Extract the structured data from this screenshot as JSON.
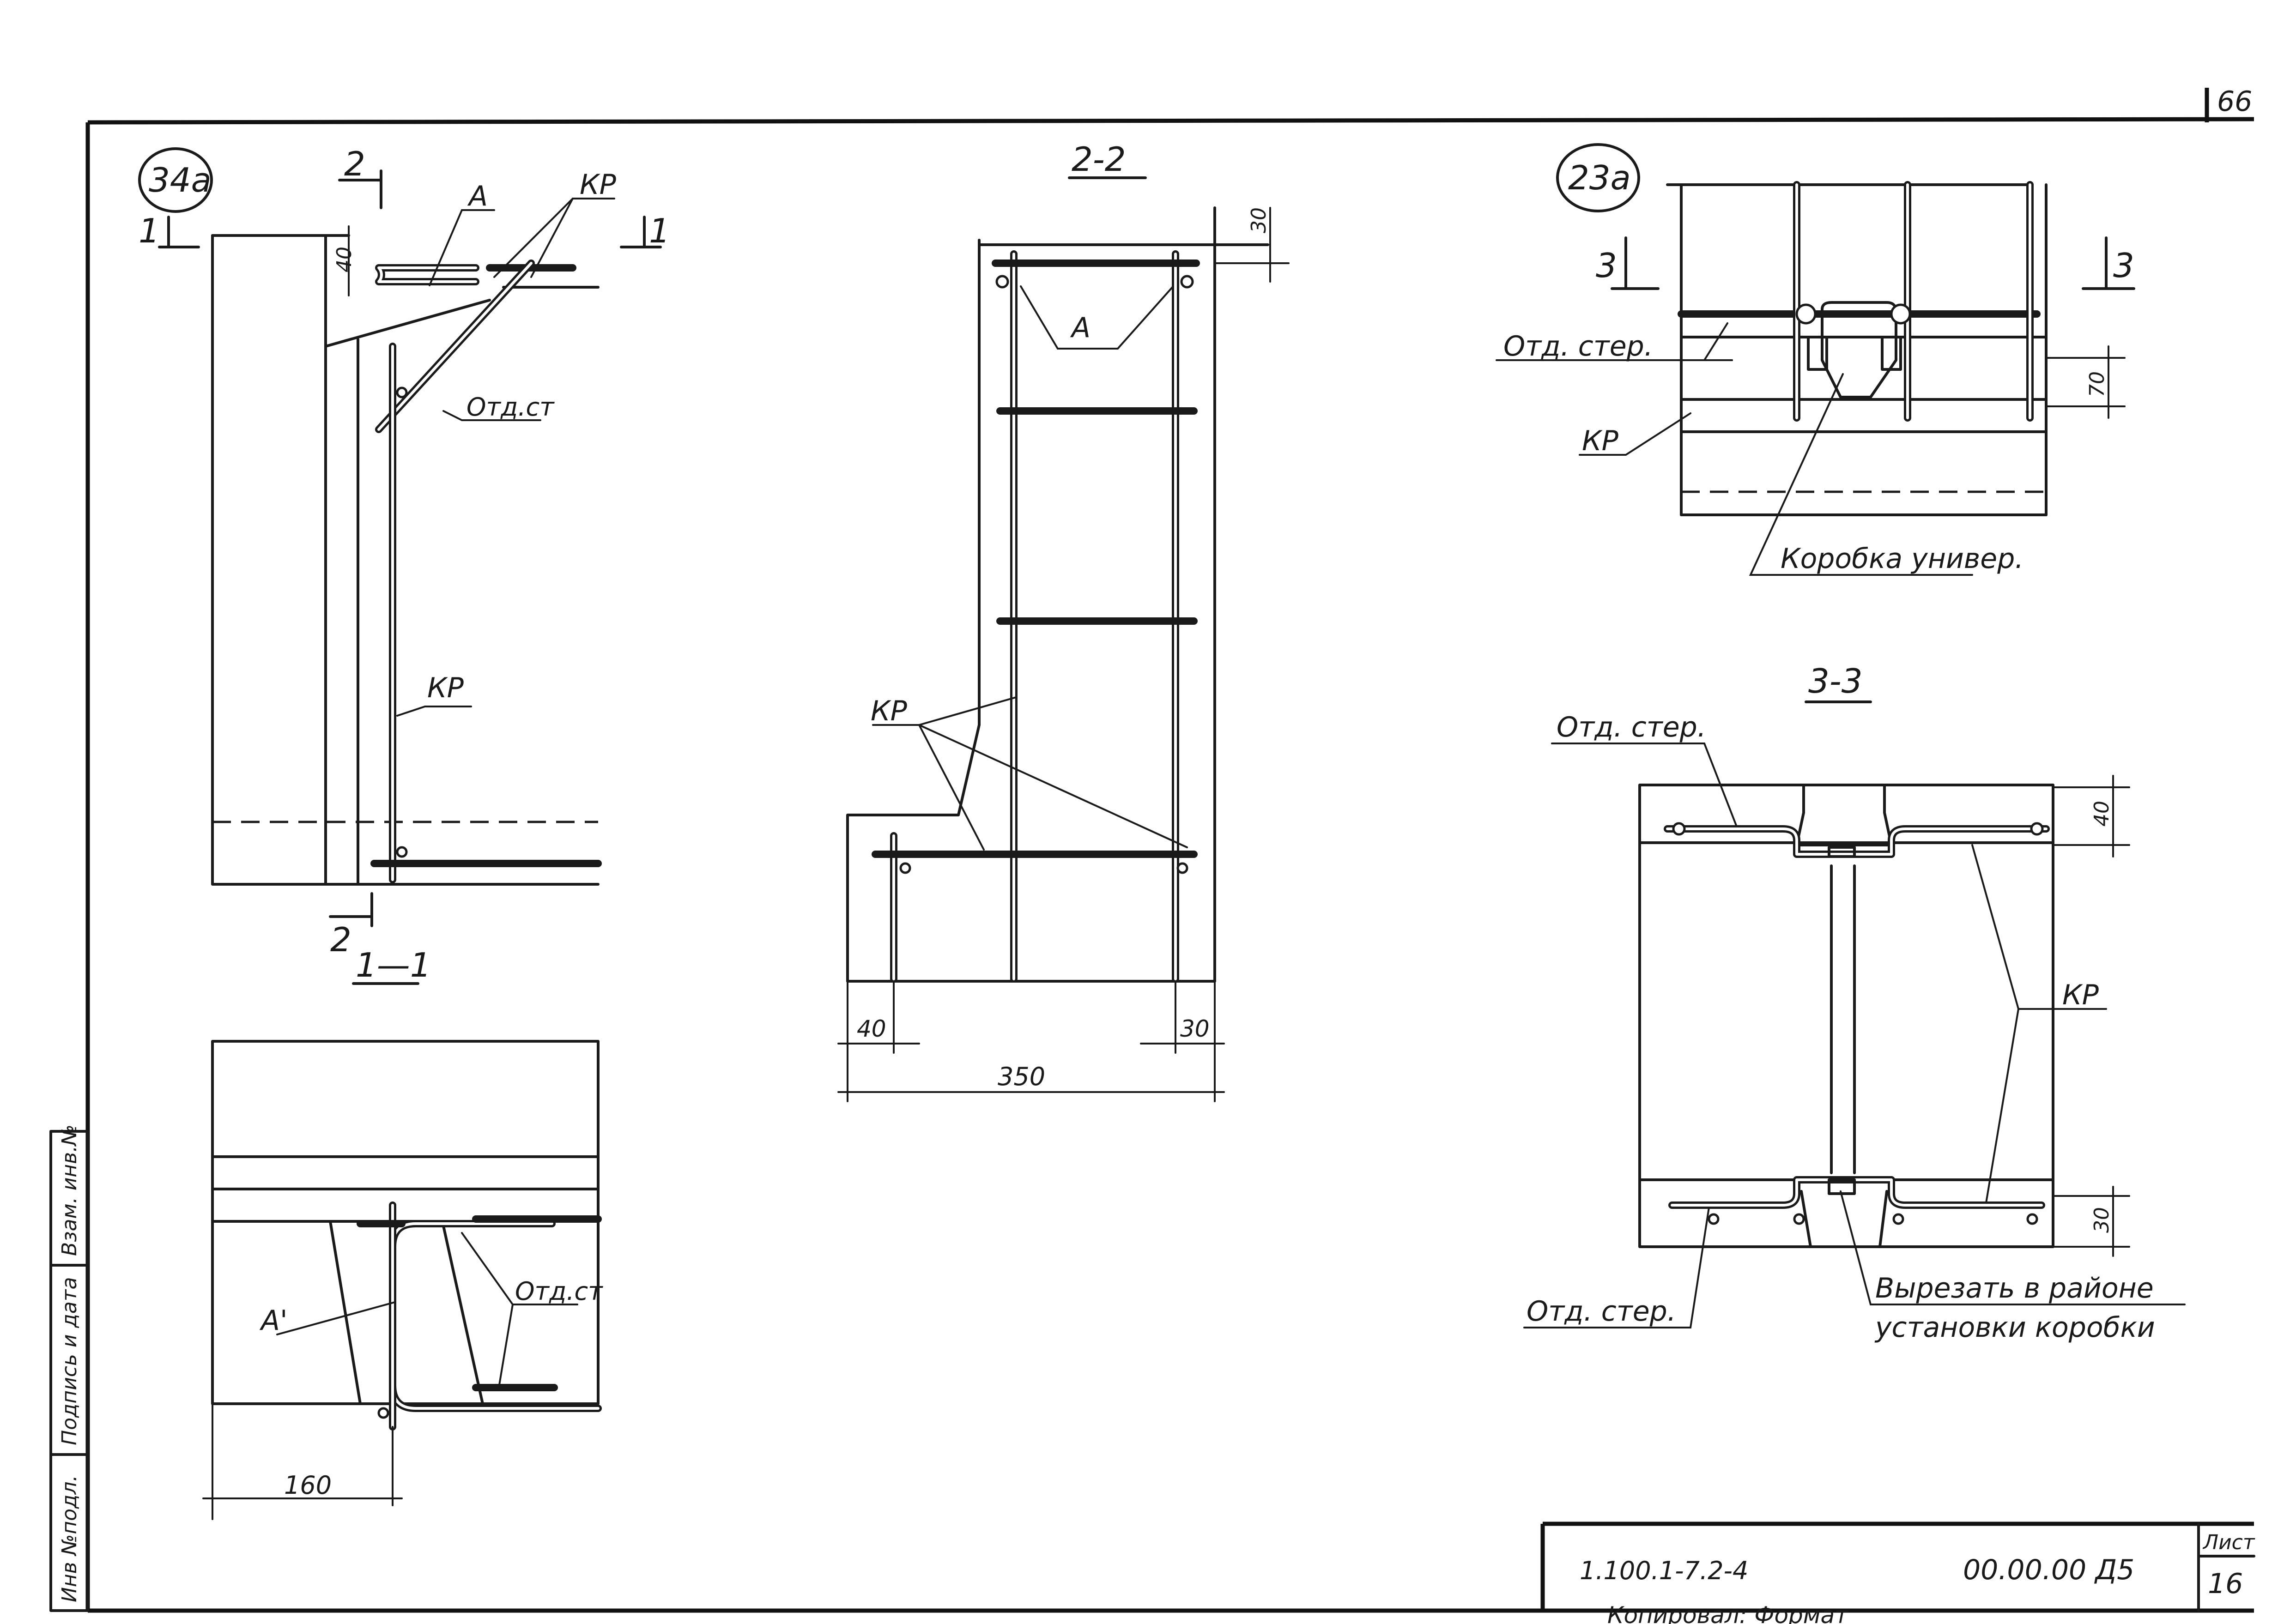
{
  "sheet_corner": "66",
  "stamp_column": {
    "inv_podl": "Инв №подл.",
    "podpis_data": "Подпись и дата",
    "vzam_inv": "Взам. инв.№"
  },
  "title_block": {
    "doc_code": "1.100.1-7.2-4",
    "mark": "00.00.00 Д5",
    "sheet_label": "Лист",
    "sheet_number": "16",
    "bottom_text": "Копировал: Формат"
  },
  "node_34a": {
    "badge": "34а",
    "section_1_mark": "1",
    "section_2_mark": "2",
    "label_A": "А",
    "label_KR_top": "КР",
    "label_otd_st": "Отд.ст",
    "label_KR_side": "КР"
  },
  "section_1_1": {
    "title": "1—1",
    "label_A": "А'",
    "label_otd_st": "Отд.ст",
    "dim_160": "160"
  },
  "section_2_2": {
    "title": "2-2",
    "label_A": "А",
    "label_KR": "КР",
    "dim_30_top": "30",
    "dim_40": "40",
    "dim_30_bottom": "30",
    "dim_350": "350"
  },
  "node_23a": {
    "badge": "23а",
    "section_3_mark": "3",
    "label_otd_ster": "Отд. стер.",
    "label_KR": "КР",
    "dim_70": "70",
    "label_korobka": "Коробка универ."
  },
  "section_3_3": {
    "title": "3-3",
    "label_otd_ster_top": "Отд. стер.",
    "label_otd_ster_bottom": "Отд. стер.",
    "label_KR": "КР",
    "dim_40": "40",
    "dim_30": "30",
    "note_line1": "Вырезать в районе",
    "note_line2": "установки коробки"
  }
}
